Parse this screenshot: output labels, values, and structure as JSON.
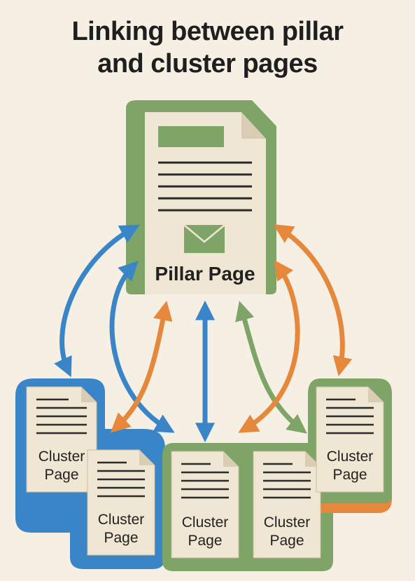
{
  "title": {
    "line1": "Linking between pillar",
    "line2": "and cluster pages"
  },
  "pillar": {
    "label": "Pillar Page",
    "icon": "envelope-icon"
  },
  "clusters": [
    {
      "line1": "Cluster",
      "line2": "Page"
    },
    {
      "line1": "Cluster",
      "line2": "Page"
    },
    {
      "line1": "Cluster",
      "line2": "Page"
    },
    {
      "line1": "Cluster",
      "line2": "Page"
    },
    {
      "line1": "Cluster",
      "line2": "Page"
    }
  ],
  "colors": {
    "background": "#f6f0e4",
    "paper": "#efe6d3",
    "ink": "#2b2b2b",
    "green": "#7ea467",
    "blue": "#3a85c8",
    "orange": "#e5883c"
  }
}
